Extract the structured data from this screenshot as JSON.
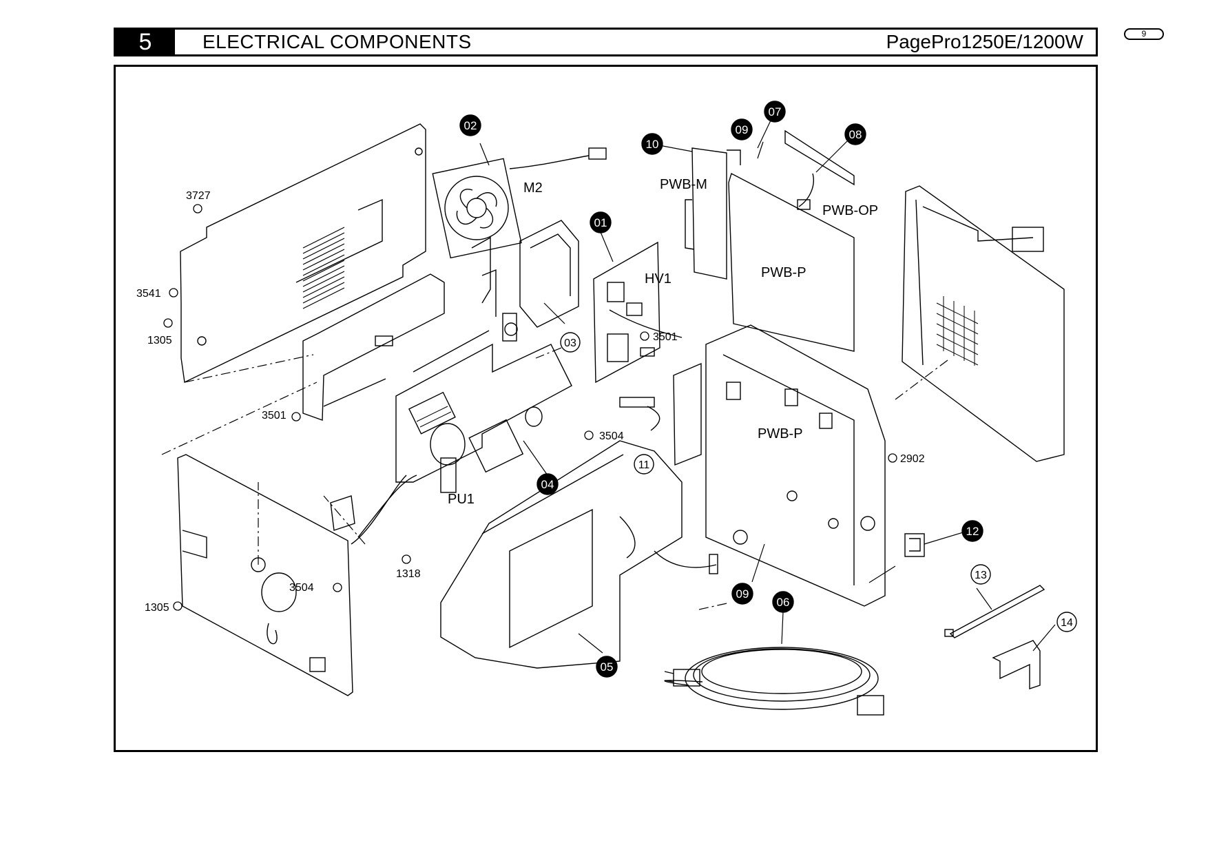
{
  "header": {
    "section_number": "5",
    "section_title": "ELECTRICAL COMPONENTS",
    "model": "PagePro1250E/1200W",
    "page_number": "9"
  },
  "callouts_filled": [
    "01",
    "02",
    "04",
    "05",
    "06",
    "07",
    "08",
    "09",
    "09",
    "10",
    "12"
  ],
  "callouts_outline": [
    "03",
    "11",
    "13",
    "14"
  ],
  "component_labels": [
    "M2",
    "HV1",
    "PWB-M",
    "PWB-P",
    "PWB-OP",
    "PWB-P",
    "PU1"
  ],
  "screw_labels": [
    "3727",
    "3541",
    "1305",
    "3501",
    "3501",
    "3504",
    "2902",
    "1318",
    "3504",
    "1305"
  ]
}
